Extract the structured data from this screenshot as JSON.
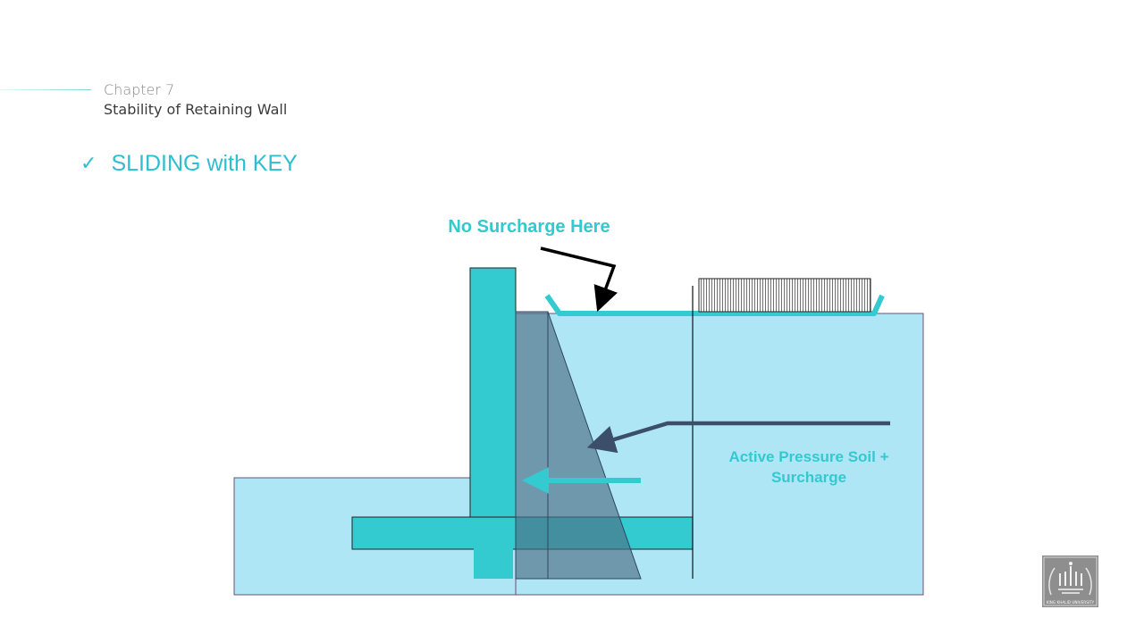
{
  "header": {
    "chapter": "Chapter 7",
    "subtitle": "Stability of Retaining Wall"
  },
  "slide": {
    "check_icon": "✓",
    "title": "SLIDING with KEY"
  },
  "diagram": {
    "label_no_surcharge": "No Surcharge Here",
    "label_active_pressure": "Active Pressure Soil + Surcharge",
    "colors": {
      "wall": "#33cad0",
      "soil": "#aee6f6",
      "pressure": "#7b9cad",
      "arrow_dark": "#3b4f6b"
    }
  },
  "logo": {
    "caption": "KING KHALID UNIVERSITY"
  }
}
